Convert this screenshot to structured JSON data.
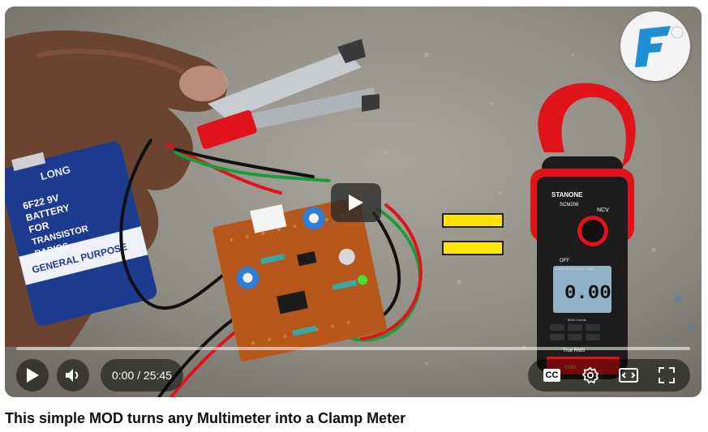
{
  "video": {
    "title": "This simple MOD turns any Multimeter into a Clamp Meter",
    "current_time": "0:00",
    "separator": " / ",
    "duration": "25:45",
    "progress_fraction": 0
  },
  "thumbnail": {
    "battery": {
      "brand": "LONG",
      "lines": [
        "6F22 9V",
        "BATTERY",
        "FOR",
        "TRANSISTOR",
        "RADIOS"
      ],
      "band": "GENERAL PURPOSE"
    },
    "meter": {
      "brand": "STANONE",
      "model": "SCM208",
      "ncv": "NCV",
      "reading": "0.00",
      "spec": "1000A AC/DC Clamp Meter",
      "counts": "6000 Counts",
      "true_rms": "True RMS",
      "off": "OFF",
      "com": "COM"
    },
    "equals_color": "#ffe600"
  },
  "controls": {
    "play_icon": "play-icon",
    "volume_icon": "volume-icon",
    "cc_label": "CC",
    "settings_icon": "gear-icon",
    "theater_icon": "theater-mode-icon",
    "fullscreen_icon": "fullscreen-icon"
  },
  "colors": {
    "progress_played": "#ff0033",
    "title_text": "#0f0f0f"
  }
}
